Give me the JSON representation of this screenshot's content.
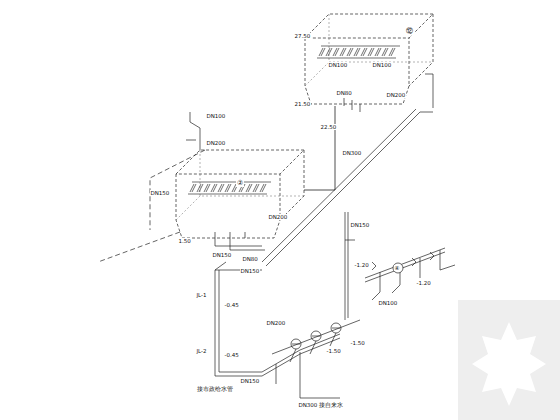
{
  "diagram": {
    "nodes": [
      {
        "text": [
          "⑫"
        ]
      },
      {
        "text": [
          "②"
        ]
      }
    ],
    "edges": [
      {
        "from": 0,
        "to": 1,
        "arrow": "none"
      }
    ],
    "labels": [
      "27.50",
      "DN100",
      "DN100",
      "21.50",
      "DN200",
      "DN80",
      "22.50",
      "DN100",
      "DN200",
      "DN150",
      "DN80",
      "1.50",
      "DN150",
      "DN200",
      "DN300",
      "DN150",
      "DN150",
      "JL-1",
      "JL-2",
      "-0.45",
      "-0.45",
      "DN200",
      "DN150",
      "-1.50",
      "-1.50",
      "接市政给水管",
      "DN300 接自来水",
      "DN100",
      "-1.20",
      "-1.20",
      "④"
    ]
  }
}
